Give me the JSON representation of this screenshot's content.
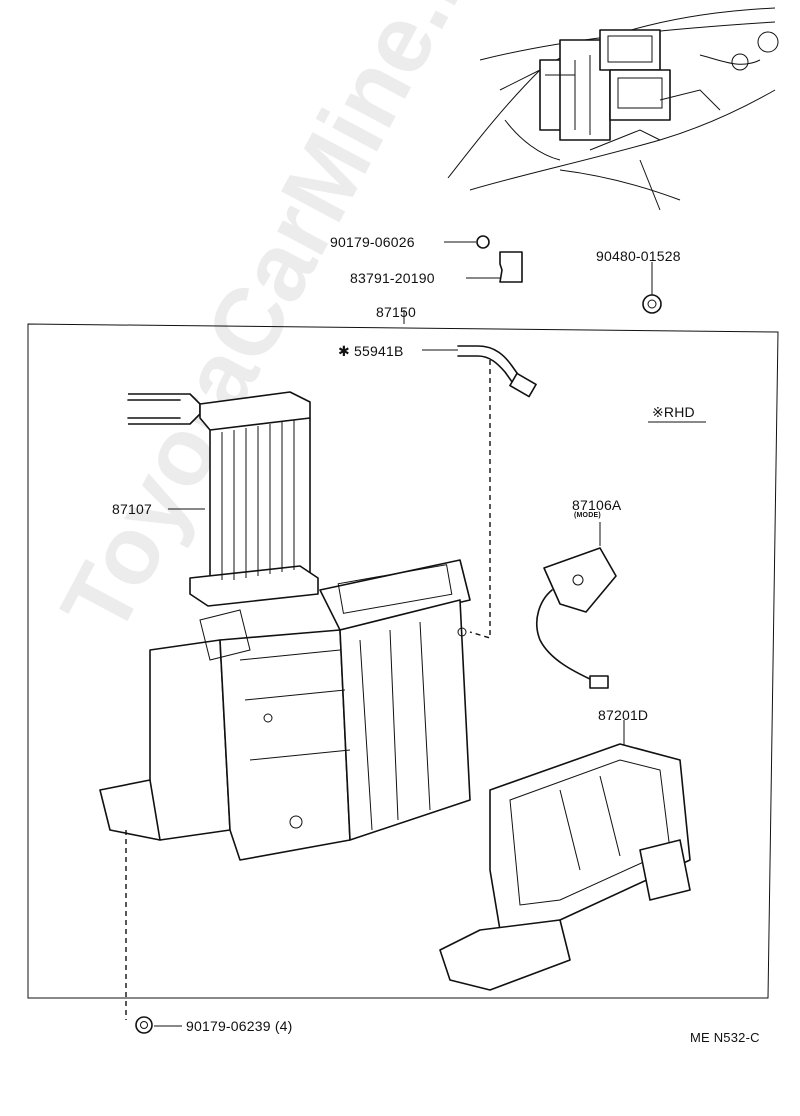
{
  "parts": {
    "p1": "90179-06026",
    "p2": "83791-20190",
    "p3": "90480-01528",
    "assembly": "87150",
    "p4": "✱ 55941B",
    "rhd": "※RHD",
    "p5": "87107",
    "p6": "87106A",
    "p6_note": "(MODE)",
    "p7": "87201D",
    "p8": "90179-06239 (4)"
  },
  "diagram_code": "ME N532-C",
  "watermark": "ToyotaCarMine.ru"
}
